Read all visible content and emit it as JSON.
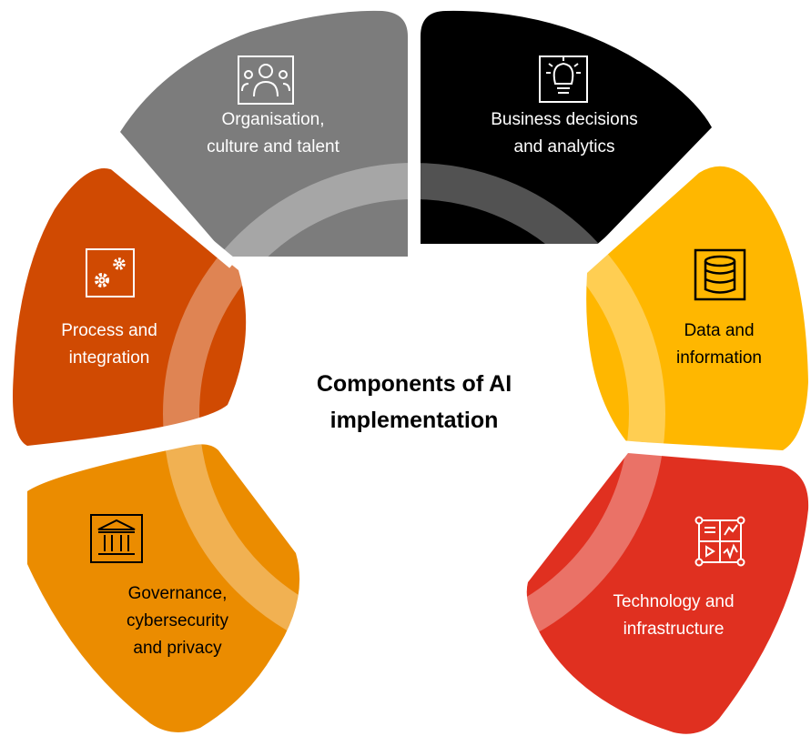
{
  "title": "Components of AI\nimplementation",
  "segments": [
    {
      "id": "organisation",
      "label": "Organisation,\nculture and talent",
      "color": "#7c7c7c",
      "text_color": "#ffffff",
      "icon": "people-icon"
    },
    {
      "id": "business",
      "label": "Business decisions\nand analytics",
      "color": "#000000",
      "text_color": "#ffffff",
      "icon": "lightbulb-icon"
    },
    {
      "id": "data",
      "label": "Data and\ninformation",
      "color": "#ffb700",
      "text_color": "#000000",
      "icon": "database-icon"
    },
    {
      "id": "technology",
      "label": "Technology and\ninfrastructure",
      "color": "#e03020",
      "text_color": "#ffffff",
      "icon": "dashboard-icon"
    },
    {
      "id": "governance",
      "label": "Governance,\ncybersecurity\nand privacy",
      "color": "#eb8c00",
      "text_color": "#000000",
      "icon": "institution-icon"
    },
    {
      "id": "process",
      "label": "Process and\nintegration",
      "color": "#d04a02",
      "text_color": "#ffffff",
      "icon": "gears-icon"
    }
  ]
}
